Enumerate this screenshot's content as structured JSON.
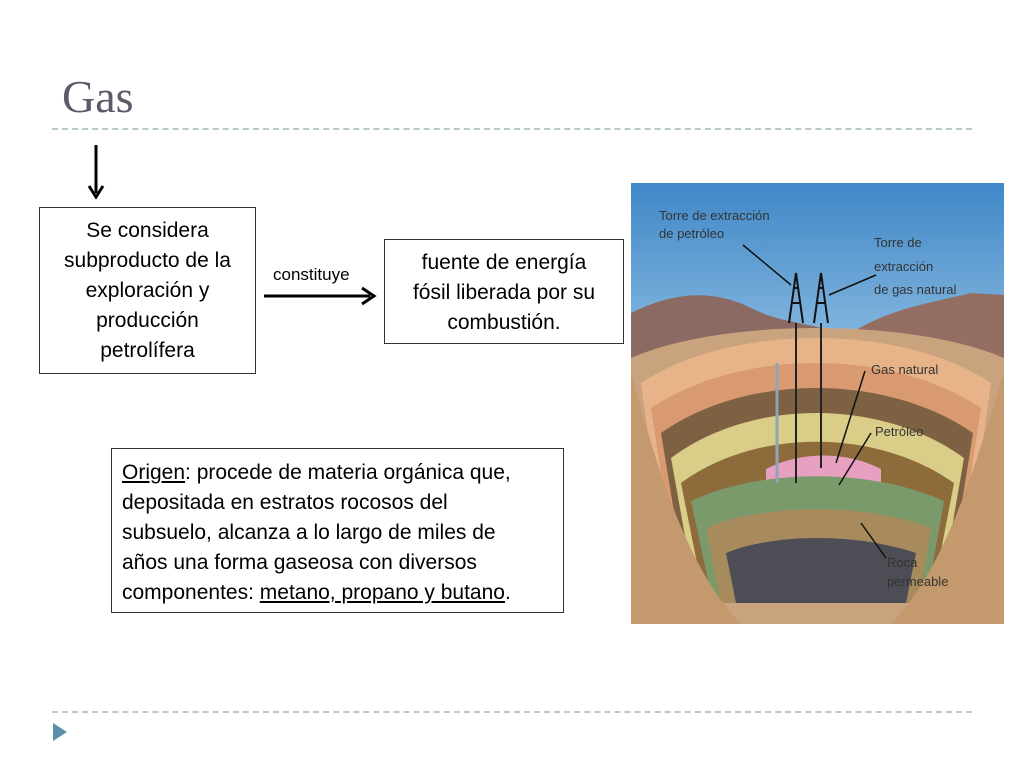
{
  "slide": {
    "title": "Gas"
  },
  "box_byproduct": {
    "lines": [
      "Se considera",
      "subproducto de la",
      "exploración y",
      "producción",
      "petrolífera"
    ]
  },
  "connector_label": "constituye",
  "box_energy": {
    "lines": [
      "fuente de energía",
      "fósil liberada por su",
      "combustión."
    ]
  },
  "origin": {
    "term": "Origen",
    "line1_rest": ": procede de materia orgánica que,",
    "line2": "depositada en estratos rocosos del",
    "line3": "subsuelo, alcanza a lo largo de miles de",
    "line4": "años una forma gaseosa con diversos",
    "line5_prefix": "componentes: ",
    "components": "metano, propano y butano",
    "line5_suffix": "."
  },
  "diagram": {
    "label_oil_tower_1": "Torre de extracción",
    "label_oil_tower_2": "de petróleo",
    "label_gas_tower_1": "Torre de",
    "label_gas_tower_2": "extracción",
    "label_gas_tower_3": "de gas natural",
    "label_gas": "Gas natural",
    "label_oil": "Petróleo",
    "label_rock_1": "Roca",
    "label_rock_2": "permeable"
  },
  "colors": {
    "title": "#5a5a68",
    "rule": "#b8c8cc",
    "nav": "#5b8fa8"
  }
}
